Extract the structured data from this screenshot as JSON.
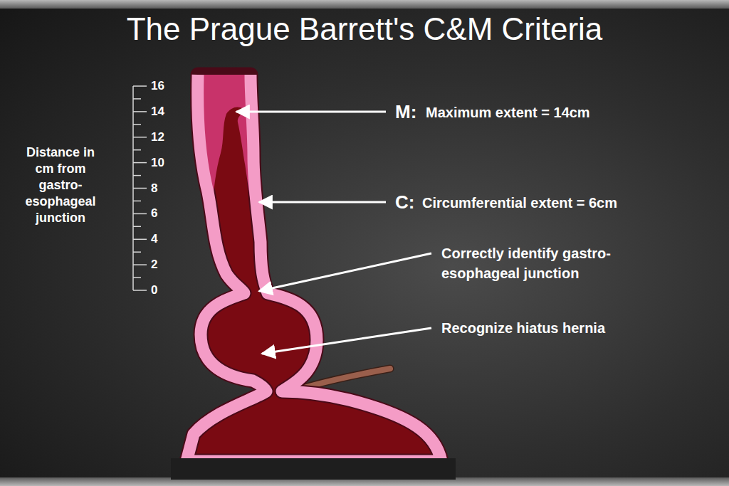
{
  "diagram": {
    "title": "The Prague Barrett's C&M Criteria",
    "labels": [
      "Distance in cm from gastro- esophageal junction",
      "16",
      "14",
      "12",
      "10",
      "8",
      "6",
      "4",
      "2",
      "0",
      "M:",
      "Maximum extent = 14cm",
      "C:",
      "Circumferential extent = 6cm",
      "Correctly identify gastro- esophageal junction",
      "Recognize hiatus hernia"
    ]
  }
}
